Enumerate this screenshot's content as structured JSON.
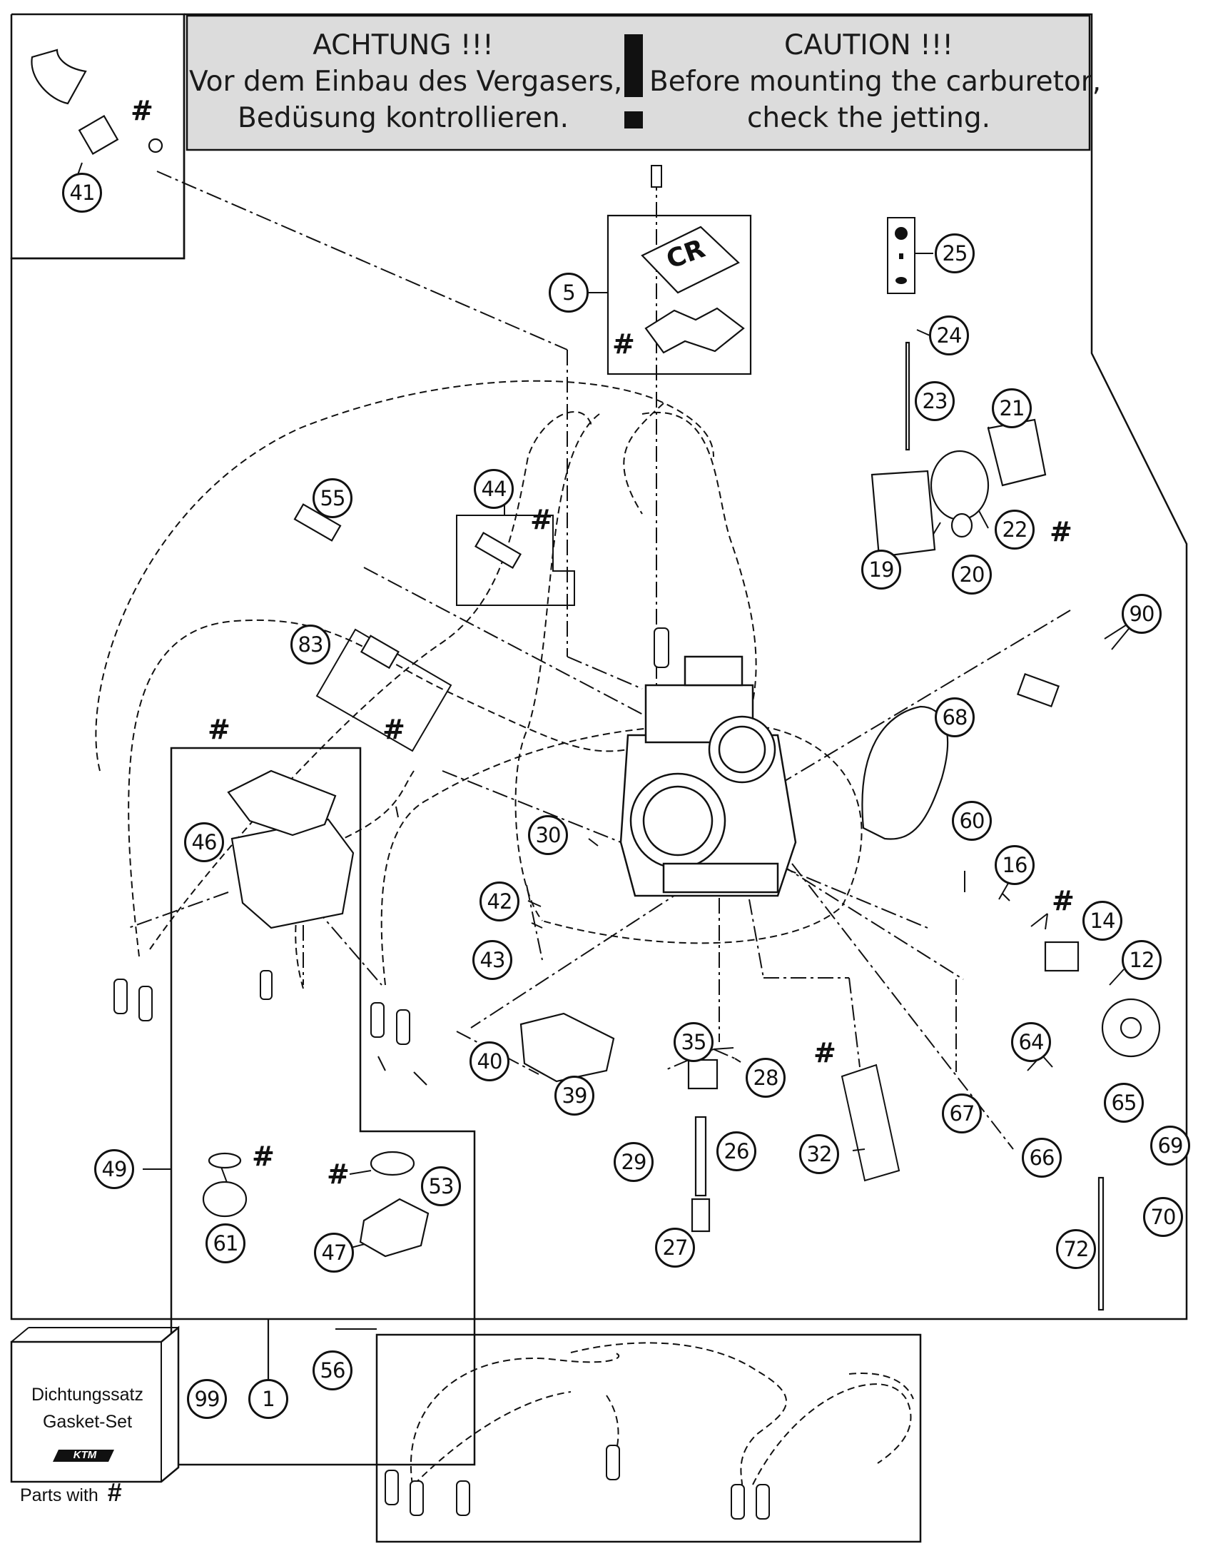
{
  "warning": {
    "de_title": "ACHTUNG !!!",
    "de_line1": "Vor dem Einbau des Vergasers,",
    "de_line2": "Bedüsung kontrollieren.",
    "en_title": "CAUTION !!!",
    "en_line1": "Before mounting the carburetor,",
    "en_line2": "check the jetting."
  },
  "float_bowl_lid_text": "CR",
  "gasket_set": {
    "line1": "Dichtungssatz",
    "line2": "Gasket-Set",
    "brand": "KTM",
    "line3": "Parts with",
    "hash": "#"
  },
  "callouts": [
    "1",
    "5",
    "12",
    "14",
    "16",
    "19",
    "20",
    "21",
    "22",
    "23",
    "24",
    "25",
    "26",
    "27",
    "28",
    "29",
    "30",
    "32",
    "35",
    "39",
    "40",
    "41",
    "42",
    "43",
    "44",
    "46",
    "47",
    "49",
    "53",
    "55",
    "56",
    "60",
    "61",
    "64",
    "65",
    "66",
    "67",
    "68",
    "69",
    "70",
    "72",
    "83",
    "90",
    "99"
  ],
  "hash_marker": "#",
  "colors": {
    "line": "#111111",
    "banner_bg": "#dcdcdc",
    "background": "#ffffff"
  }
}
